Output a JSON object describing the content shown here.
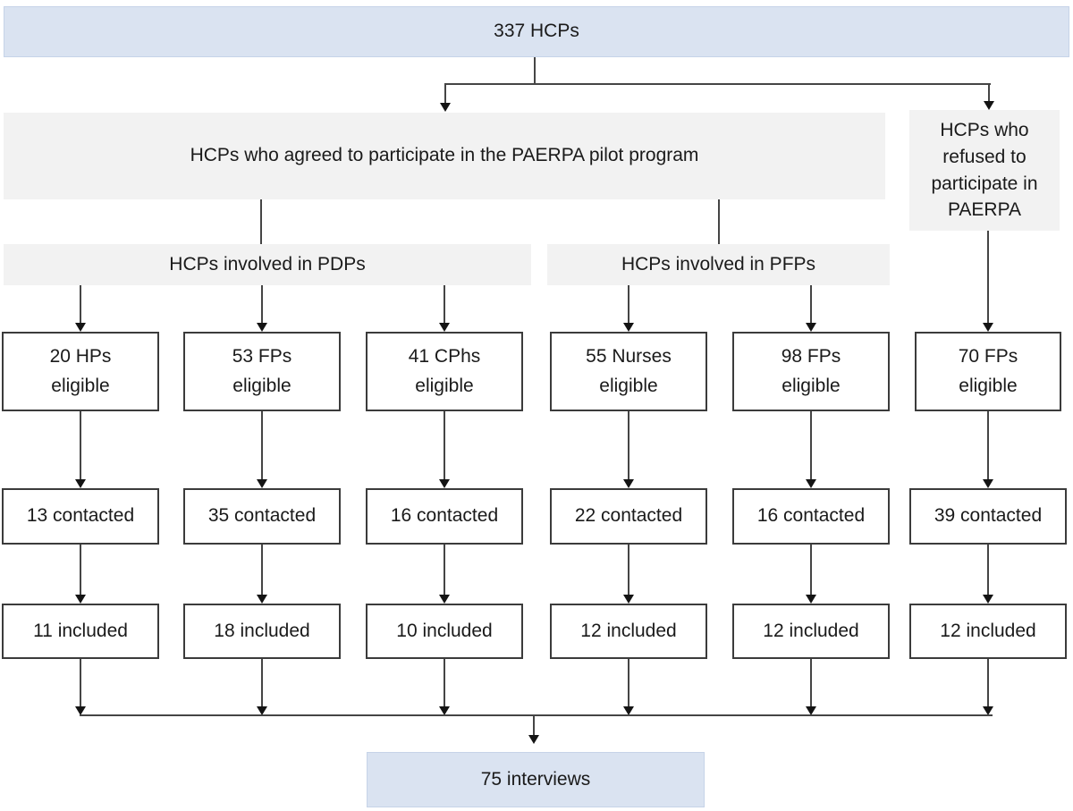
{
  "colors": {
    "blue-fill": "#dae3f1",
    "blue-border": "#c6d3e8",
    "gray-fill": "#f2f2f2",
    "box-border": "#3b3b3b",
    "line": "#454545",
    "text": "#1a1a1a"
  },
  "top_box": {
    "label": "337 HCPs"
  },
  "agreed_box": {
    "label": "HCPs who agreed to participate in the PAERPA pilot program"
  },
  "refused_box": {
    "label": "HCPs who refused to participate in PAERPA"
  },
  "pdp_band": {
    "label": "HCPs involved in PDPs"
  },
  "pfp_band": {
    "label": "HCPs involved in PFPs"
  },
  "columns": [
    {
      "eligible_count": "20 HPs",
      "eligible_word": "eligible",
      "contacted": "13 contacted",
      "included": "11 included"
    },
    {
      "eligible_count": "53 FPs",
      "eligible_word": "eligible",
      "contacted": "35 contacted",
      "included": "18 included"
    },
    {
      "eligible_count": "41 CPhs",
      "eligible_word": "eligible",
      "contacted": "16 contacted",
      "included": "10 included"
    },
    {
      "eligible_count": "55 Nurses",
      "eligible_word": "eligible",
      "contacted": "22 contacted",
      "included": "12 included"
    },
    {
      "eligible_count": "98 FPs",
      "eligible_word": "eligible",
      "contacted": "16 contacted",
      "included": "12 included"
    },
    {
      "eligible_count": "70 FPs",
      "eligible_word": "eligible",
      "contacted": "39 contacted",
      "included": "12 included"
    }
  ],
  "result_box": {
    "label": "75 interviews"
  }
}
